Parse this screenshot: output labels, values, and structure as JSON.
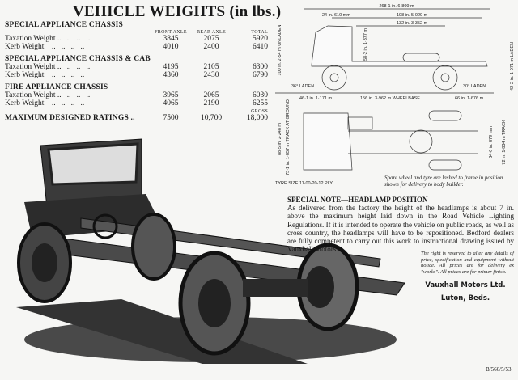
{
  "title": "VEHICLE WEIGHTS (in lbs.)",
  "columns": {
    "front": "FRONT AXLE",
    "rear": "REAR AXLE",
    "total": "TOTAL",
    "gross": "GROSS"
  },
  "sections": [
    {
      "heading": "SPECIAL APPLIANCE CHASSIS",
      "rows": [
        {
          "label": "Taxation Weight ..   ..   ..   ..",
          "front": "3845",
          "rear": "2075",
          "total": "5920"
        },
        {
          "label": "Kerb Weight    ..   ..   ..   ..",
          "front": "4010",
          "rear": "2400",
          "total": "6410"
        }
      ]
    },
    {
      "heading": "SPECIAL APPLIANCE CHASSIS & CAB",
      "rows": [
        {
          "label": "Taxation Weight ..   ..   ..   ..",
          "front": "4195",
          "rear": "2105",
          "total": "6300"
        },
        {
          "label": "Kerb Weight    ..   ..   ..   ..",
          "front": "4360",
          "rear": "2430",
          "total": "6790"
        }
      ]
    },
    {
      "heading": "FIRE APPLIANCE CHASSIS",
      "rows": [
        {
          "label": "Taxation Weight ..   ..   ..   ..",
          "front": "3965",
          "rear": "2065",
          "total": "6030"
        },
        {
          "label": "Kerb Weight    ..   ..   ..   ..",
          "front": "4065",
          "rear": "2190",
          "total": "6255"
        }
      ]
    }
  ],
  "max_ratings": {
    "label": "MAXIMUM DESIGNED RATINGS ..",
    "front": "7500",
    "rear": "10,700",
    "gross": "18,000"
  },
  "diagram": {
    "overall": "268·1 in. 6·809 m",
    "d24": "24 in. 610 mm",
    "d198": "198 in. 5·029 m",
    "d132": "132 in. 3·352 m",
    "d58": "58·2 in. 1·377 m",
    "d100": "100 in. 2·54 m UNLADEN",
    "a36": "36° LADEN",
    "a30": "30° LADEN",
    "d46": "46·1 in. 1·171 m",
    "wheelbase": "156 in. 3·962 m WHEELBASE",
    "d66": "66 in. 1·676 m",
    "d42": "42·2 in. 1·071 m LADEN",
    "d88": "88·5 in. 2·248 m",
    "track_ground": "73·1 in. 1·857 m TRACK AT GROUND",
    "d34": "34·6 in. 879 mm",
    "track": "72 in. 1·834 m TRACK",
    "tyre": "TYRE SIZE 11·00-20-12 PLY"
  },
  "caption": "Spare wheel and tyre are lashed to frame in position shown for delivery to body builder.",
  "note_heading": "SPECIAL NOTE—HEADLAMP POSITION",
  "note_body": "As delivered from the factory the height of the headlamps is about 7 in. above the maximum height laid down in the Road Vehicle Lighting Regulations. If it is intended to operate the vehicle on public roads, as well as cross country, the headlamps will have to be repositioned. Bedford dealers are fully competent to carry out this work to instructional drawing issued by Vauxhall Motors.",
  "disclaimer": "The right is reserved to alter any details of price, specification and equipment without notice. All prices are for delivery ex \"works\". All prices are for primer finish.",
  "company": "Vauxhall Motors Ltd.",
  "location": "Luton, Beds.",
  "code": "B/560/5/53"
}
